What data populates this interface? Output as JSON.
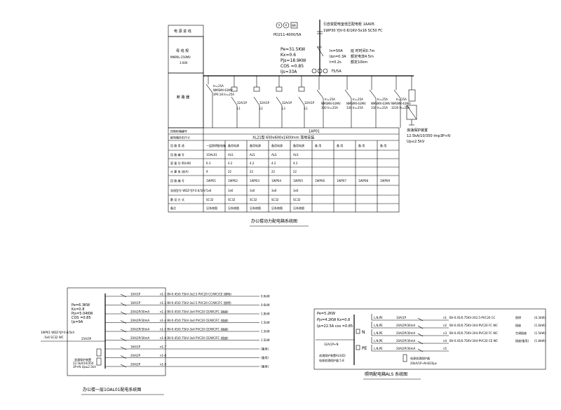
{
  "top": {
    "left_labels": {
      "box1": "电 源 进 线",
      "box2_a": "母 线 规",
      "box2_b": "MNP0L-250MV",
      "box2_c": "3.000",
      "box3": "断 路 器"
    },
    "meters": [
      "V",
      "A",
      "Wh"
    ],
    "meter_model": "PD211-400V/5A",
    "incoming_1": "引自变配电室低压配电柜 1AA05",
    "incoming_2": "1WP30  YJV-0.6/1KV-5x16 SC50 FC",
    "calc": [
      "Pe=31.5KW",
      "Kx=0.6",
      "Pjs=18.9KW",
      "COS =0.85",
      "Ijs=33A"
    ],
    "breaker_params_a": [
      "In=50A",
      "I∆n=0.3A",
      "t=0.2s"
    ],
    "breaker_params_b": [
      "延 时时间0.7m",
      "额定电流4.5m",
      "额定10km"
    ],
    "ct": "75/5A",
    "branch_a_labels": [
      "In=25A",
      "NMSMX-63MV",
      "3P0.18 In=25A"
    ],
    "branch_small": [
      "32A/1P",
      "32A/1P",
      "32A/1P",
      "32A/1P"
    ],
    "branch_lines": [
      "L1",
      "L2",
      "L3",
      "L1"
    ],
    "branch_b_labels": [
      "In=25A",
      "NMSMX-63MV",
      "330 In=25A"
    ],
    "right_branch": [
      "In=25A",
      "NMSMX-63MV",
      "3230 In=25A"
    ],
    "spd_label": [
      "浪涌保护装置",
      "12.5kA/10/350 Imp3P+N",
      "Up≤2.5kV"
    ],
    "table_rows_left": [
      "控制柜箱编号",
      "配电箱外形尺寸",
      "回 路 用 途",
      "回 路 编 号",
      "容 量 功 率(kW)",
      "计 算 电 流(A)",
      "回 路 编 号",
      "导线型号 WDZ-YJY-0.6/1kV",
      "敷 设 方 式",
      "备注"
    ],
    "cabinet_no": "1AP01",
    "cabinet_size": "XL21型 600x600x1600mm   落地安装",
    "use": [
      "一层照明配电箱",
      "备用电源",
      "备用电源",
      "备用电源",
      "备用电源",
      "备 用",
      "备 用",
      "备 用",
      "备 用"
    ],
    "code": [
      "1OAL01",
      "ALS",
      "ALS",
      "ALS",
      "ALS"
    ],
    "power": [
      "6.3",
      "4.2",
      "4.2",
      "4.2",
      "4.2"
    ],
    "current": [
      "9",
      "22",
      "22",
      "22",
      "22"
    ],
    "circuit": [
      "1WP01",
      "1WP02",
      "1WP03",
      "1WP04",
      "1WP05",
      "1WP06",
      "1WP07",
      "1WP08",
      "1WP09"
    ],
    "cable": [
      "5x6",
      "3x6",
      "3x6",
      "3x6",
      "3x6"
    ],
    "pipe": [
      "SC32",
      "SC32",
      "SC32",
      "SC32",
      "SC32"
    ],
    "note": [
      "见系统图",
      "见系统图",
      "见系统图",
      "见系统图",
      "见系统图"
    ],
    "caption": "办公楼动力配电箱系统图"
  },
  "bottom_left": {
    "calc": [
      "Pe=6.3KW",
      "Kx=0.8",
      "Pjs=5.04KW",
      "COS =0.85",
      "Ijs=9A"
    ],
    "feed": [
      "1WP01 WDZ-YJY-0.6/1kV",
      "-5x6 SC32 WC"
    ],
    "main": "25A/3P",
    "circuits": [
      {
        "br": "10A/1P",
        "txt": "n1-1 BV-0.45/0.75kV-3x2.5 PVC20 CC/WC/CE (照明)",
        "kw": "0.6kW"
      },
      {
        "br": "16A/1P",
        "txt": "n1-2 BV-0.45/0.75kV-3x2.5 PVC20 CC/WC/FC (照明)",
        "kw": "0.6kW"
      },
      {
        "br": "20A/2P/30mA",
        "txt": "n1-3 BV-0.45/0.75kV-3x4 PVC20 CE/WC/FC (插座)",
        "kw": "1.8kW"
      },
      {
        "br": "20A/2P/30mA",
        "txt": "n1-4 BV-0.45/0.75kV-3x4 PVC20 CE/WC/FC (插座)",
        "kw": "1.5kW"
      },
      {
        "br": "20A/2P/30mA",
        "txt": "n1-5 BV-0.45/0.75kV-3x4 PVC20 CE/WC/FC (插座)",
        "kw": "1.5kW"
      },
      {
        "br": "20A/2P/30mA",
        "txt": "n1-6 BV-0.45/0.75kV-3x4 PVC20 CE/WC/FC (插座)",
        "kw": "1.5kW"
      },
      {
        "br": "16A/1P",
        "txt": "n1-7",
        "kw": "(备用)"
      },
      {
        "br": "20A/2P",
        "txt": "n1-8",
        "kw": "(备用)"
      },
      {
        "br": "20A/2P",
        "txt": "n1-9",
        "kw": "(备用)"
      }
    ],
    "spd": [
      "浪涌保护装置",
      "12.5kA/10/350",
      "3P+N Up≤2.5kV"
    ],
    "caption": "办公楼一层1OAL01配电系统图"
  },
  "bottom_right": {
    "calc": [
      "Pe=5.2KW",
      "Pjs=4.2KW  Kx=0.8",
      "Ijs=22.5A   cos =0.85"
    ],
    "n_label": "N",
    "pe_label": "PE",
    "main": "32A/1P+N",
    "spd": [
      "浪涌保护装置ALS(D)",
      "电源浪涌保护器 5.8"
    ],
    "circuits": [
      {
        "ph": "L,N,PE",
        "br": "10A/1P",
        "n": "n1",
        "cable": "BV-0.45/0.75KV-3X2.5-PVC20 CC",
        "use": "照明",
        "kw": "(0.3kW)"
      },
      {
        "ph": "L,N,PE",
        "br": "20A/2P/30mA",
        "n": "n2",
        "cable": "BV-0.45/0.75KV-3X4-PVC20 FC WC",
        "use": "插座",
        "kw": "(1.6kW)"
      },
      {
        "ph": "L,N,PE",
        "br": "20A/2P/30mA",
        "n": "n3",
        "cable": "BV-0.45/0.75KV-3X4-PVC20 FC WC",
        "use": "空调插座",
        "kw": "(1.5kW)"
      },
      {
        "ph": "L,N,PE",
        "br": "20A/2P/30mA",
        "n": "n4",
        "cable": "BV-0.45/0.75KV-3X4-PVC20 CE WC",
        "use": "插座(备用)",
        "kw": "(1.8kW)"
      },
      {
        "ph": "L,N,PE",
        "br": "20A/2P/30mA",
        "n": "n5",
        "cable": "",
        "use": "",
        "kw": ""
      }
    ],
    "spd_rating": "20kA/1P+N-8/20μs",
    "spd_name": "电源浪涌保护器",
    "caption": "照明配电箱ALS 系统图"
  }
}
